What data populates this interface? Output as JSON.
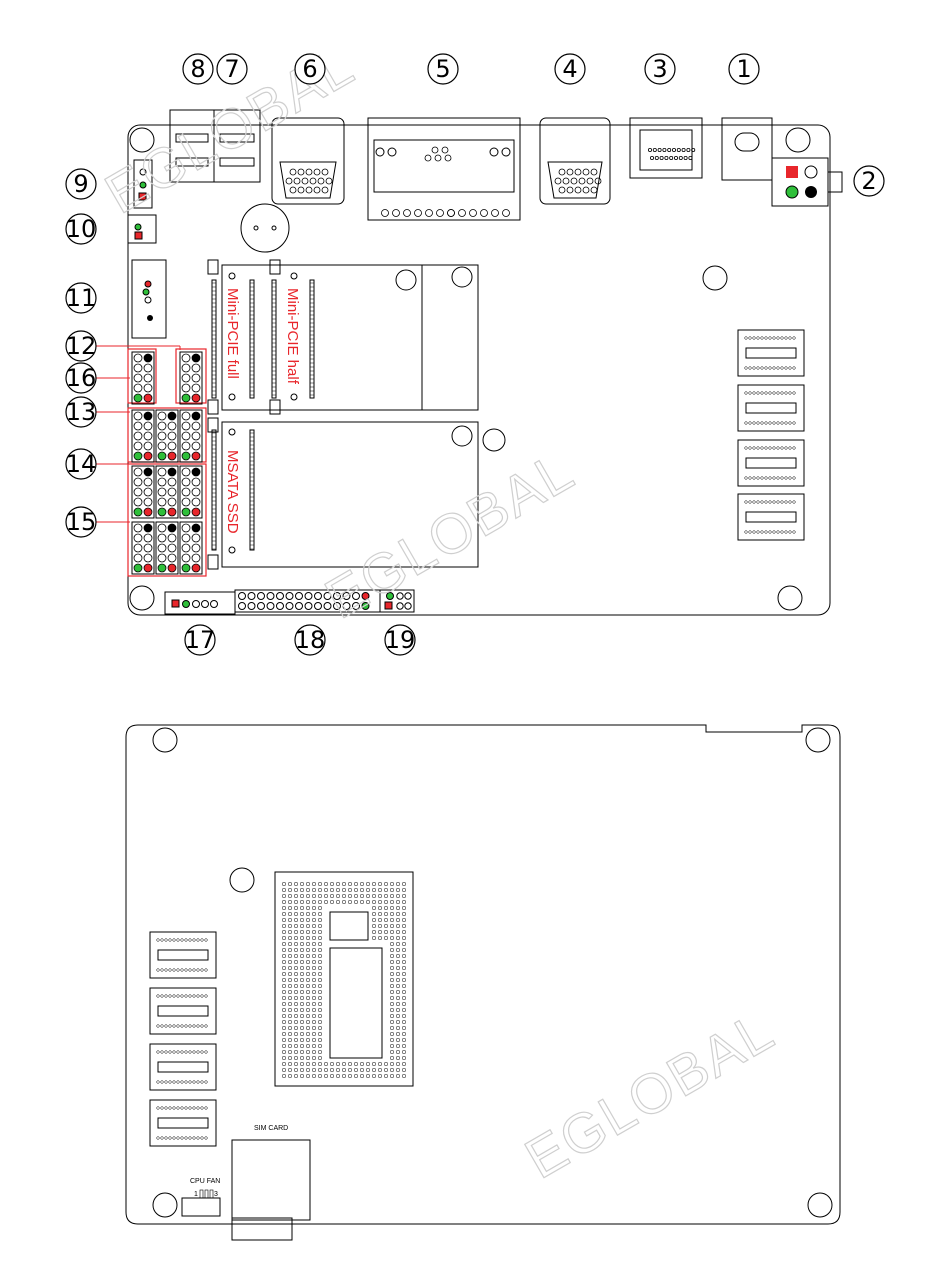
{
  "callouts": [
    "1",
    "2",
    "3",
    "4",
    "5",
    "6",
    "7",
    "8",
    "9",
    "10",
    "11",
    "12",
    "13",
    "14",
    "15",
    "16",
    "17",
    "18",
    "19"
  ],
  "slot_labels": {
    "mini_pcie_full": "Mini-PCIE full",
    "mini_pcie_half": "Mini-PCIE half",
    "msata_ssd": "MSATA SSD"
  },
  "back_labels": {
    "sim_card": "SIM CARD",
    "cpu_fan": "CPU FAN",
    "fan_pin_start": "1",
    "fan_pin_end": "3"
  },
  "watermark": "EGLOBAL",
  "colors": {
    "pin1": "#e8262b",
    "gnd": "#2fbf3a",
    "highlight": "#e8262b",
    "line": "#000000"
  }
}
